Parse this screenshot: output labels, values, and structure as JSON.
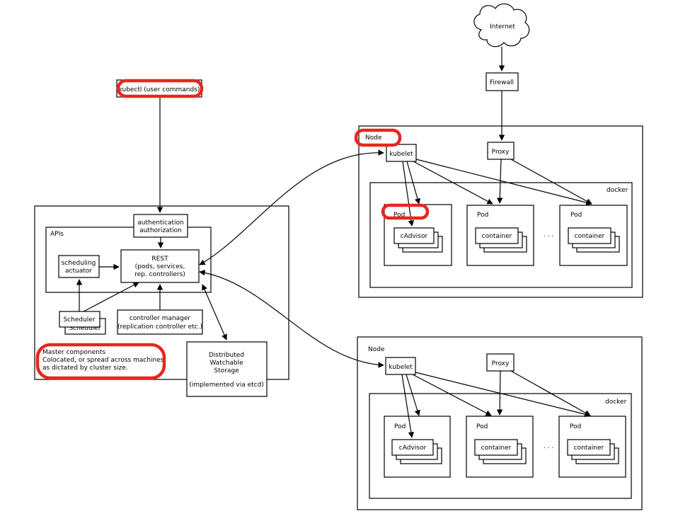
{
  "colors": {
    "highlight": "#e8261f",
    "line": "#000000",
    "background": "#ffffff"
  },
  "internet": "Internet",
  "firewall": "Firewall",
  "kubectl": "kubectl (user commands)",
  "master": {
    "auth_line1": "authentication",
    "auth_line2": "authorization",
    "apis": "APIs",
    "rest_line1": "REST",
    "rest_line2": "(pods, services,",
    "rest_line3": "rep. controllers)",
    "sched_act_line1": "scheduling",
    "sched_act_line2": "actuator",
    "scheduler": "Scheduler",
    "cm_line1": "controller manager",
    "cm_line2": "(replication controller etc.)",
    "components_line1": "Master components",
    "components_line2": "Colocated, or spread across machines,",
    "components_line3": "as dictated by cluster size.",
    "storage_line1": "Distributed",
    "storage_line2": "Watchable",
    "storage_line3": "Storage",
    "storage_line4": "(implemented via etcd)"
  },
  "nodes": [
    {
      "label": "Node",
      "kubelet": "kubelet",
      "proxy": "Proxy",
      "docker": "docker",
      "pods": [
        {
          "label": "Pod",
          "container": "cAdvisor"
        },
        {
          "label": "Pod",
          "container": "container"
        },
        {
          "label": "Pod",
          "container": "container"
        }
      ],
      "ellipsis": ". . ."
    },
    {
      "label": "Node",
      "kubelet": "kubelet",
      "proxy": "Proxy",
      "docker": "docker",
      "pods": [
        {
          "label": "Pod",
          "container": "cAdvisor"
        },
        {
          "label": "Pod",
          "container": "container"
        },
        {
          "label": "Pod",
          "container": "container"
        }
      ],
      "ellipsis": ". . ."
    }
  ]
}
